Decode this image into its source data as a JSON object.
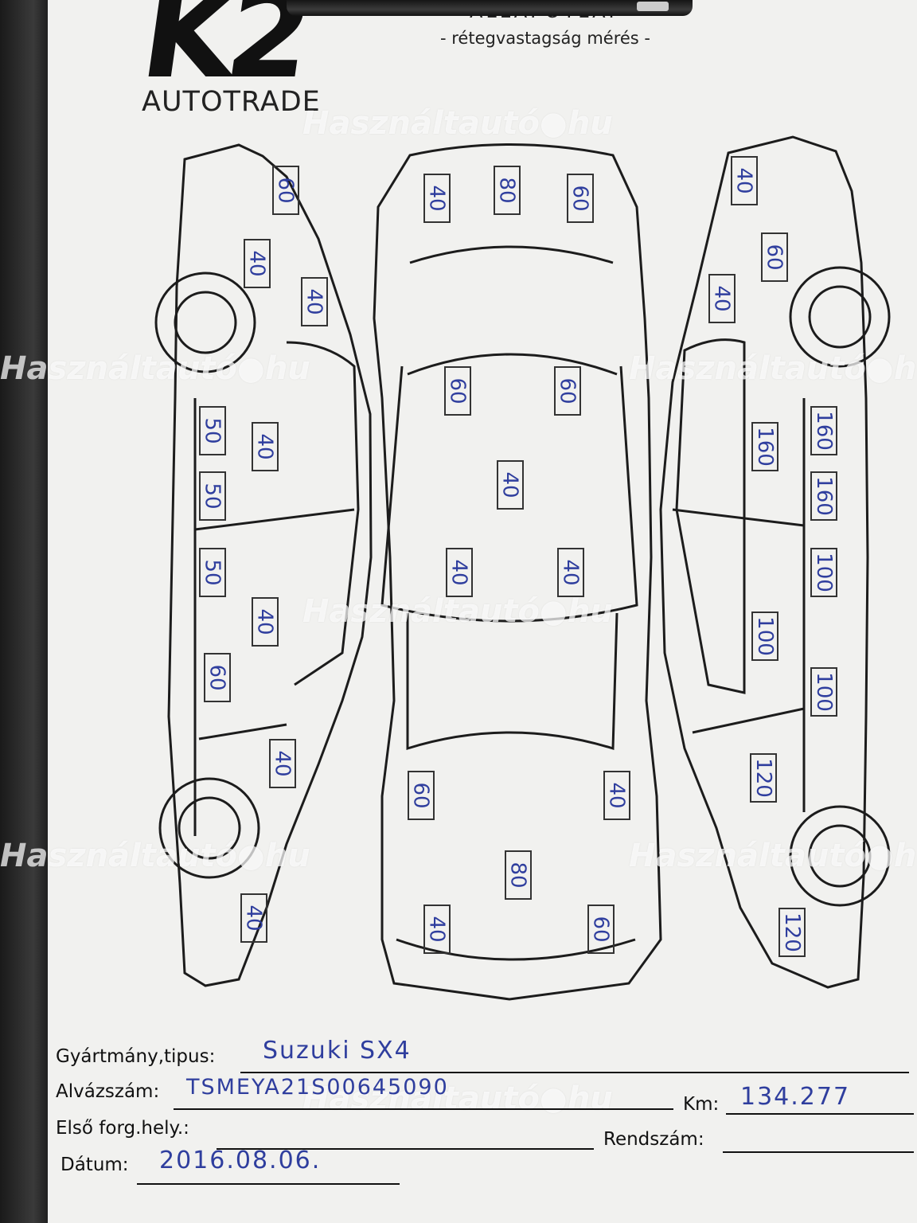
{
  "header": {
    "logo_mark": "K2",
    "logo_subtitle": "AUTOTRADE",
    "title": "ÁLLAPOTLAP",
    "subtitle": "- rétegvastagság mérés -"
  },
  "watermark": "Használtautó●hu",
  "measurements": {
    "left_side": [
      "60",
      "40",
      "40",
      "40",
      "50",
      "50",
      "50",
      "40",
      "60",
      "40",
      "40"
    ],
    "top_view": [
      "40",
      "80",
      "60",
      "60",
      "60",
      "40",
      "40",
      "40",
      "60",
      "40",
      "80",
      "40",
      "60"
    ],
    "right_side": [
      "40",
      "60",
      "40",
      "160",
      "160",
      "160",
      "100",
      "100",
      "100",
      "120",
      "120"
    ]
  },
  "form": {
    "make_label": "Gyártmány,tipus:",
    "make_value": "Suzuki SX4",
    "vin_label": "Alvázszám:",
    "vin_value": "TSMEYA21S00645090",
    "km_label": "Km:",
    "km_value": "134.277",
    "first_reg_label": "Első forg.hely.:",
    "plate_label": "Rendszám:",
    "date_label": "Dátum:",
    "date_value": "2016.08.06."
  }
}
